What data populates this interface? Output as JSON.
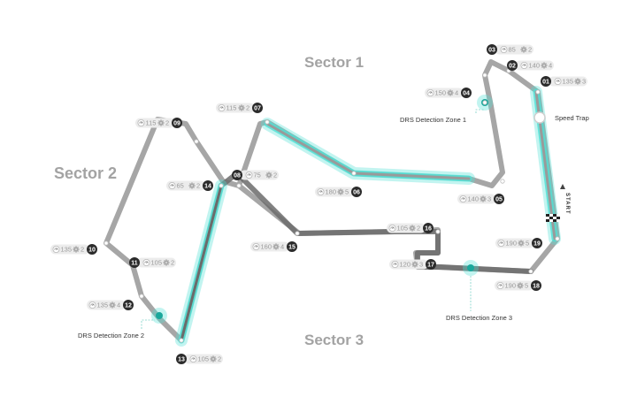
{
  "sectors": {
    "s1": "Sector 1",
    "s2": "Sector 2",
    "s3": "Sector 3"
  },
  "labels": {
    "drs_zone_1": "DRS Detection Zone 1",
    "drs_zone_2": "DRS Detection Zone 2",
    "drs_zone_3": "DRS Detection Zone 3",
    "speed_trap": "Speed Trap",
    "start": "START"
  },
  "icons": {
    "speed": "speedometer-icon",
    "gear": "gear-icon"
  },
  "colors": {
    "track": "#a6a6a6",
    "track_dark": "#6b6b6b",
    "drs": "#4fe0d4",
    "turn_circle": "#2b2b2b",
    "pill": "#ececec"
  },
  "turns": [
    {
      "num": "01",
      "speed": "135",
      "gear": "3"
    },
    {
      "num": "02",
      "speed": "140",
      "gear": "4"
    },
    {
      "num": "03",
      "speed": "85",
      "gear": "2"
    },
    {
      "num": "04",
      "speed": "150",
      "gear": "4"
    },
    {
      "num": "05",
      "speed": "140",
      "gear": "3"
    },
    {
      "num": "06",
      "speed": "180",
      "gear": "5"
    },
    {
      "num": "07",
      "speed": "115",
      "gear": "2"
    },
    {
      "num": "08",
      "speed": "75",
      "gear": "2"
    },
    {
      "num": "09",
      "speed": "115",
      "gear": "2"
    },
    {
      "num": "10",
      "speed": "135",
      "gear": "2"
    },
    {
      "num": "11",
      "speed": "105",
      "gear": "2"
    },
    {
      "num": "12",
      "speed": "135",
      "gear": "4"
    },
    {
      "num": "13",
      "speed": "105",
      "gear": "2"
    },
    {
      "num": "14",
      "speed": "65",
      "gear": "2"
    },
    {
      "num": "15",
      "speed": "160",
      "gear": "4"
    },
    {
      "num": "16",
      "speed": "105",
      "gear": "2"
    },
    {
      "num": "17",
      "speed": "120",
      "gear": "3"
    },
    {
      "num": "18",
      "speed": "190",
      "gear": "5"
    },
    {
      "num": "19",
      "speed": "190",
      "gear": "5"
    }
  ]
}
